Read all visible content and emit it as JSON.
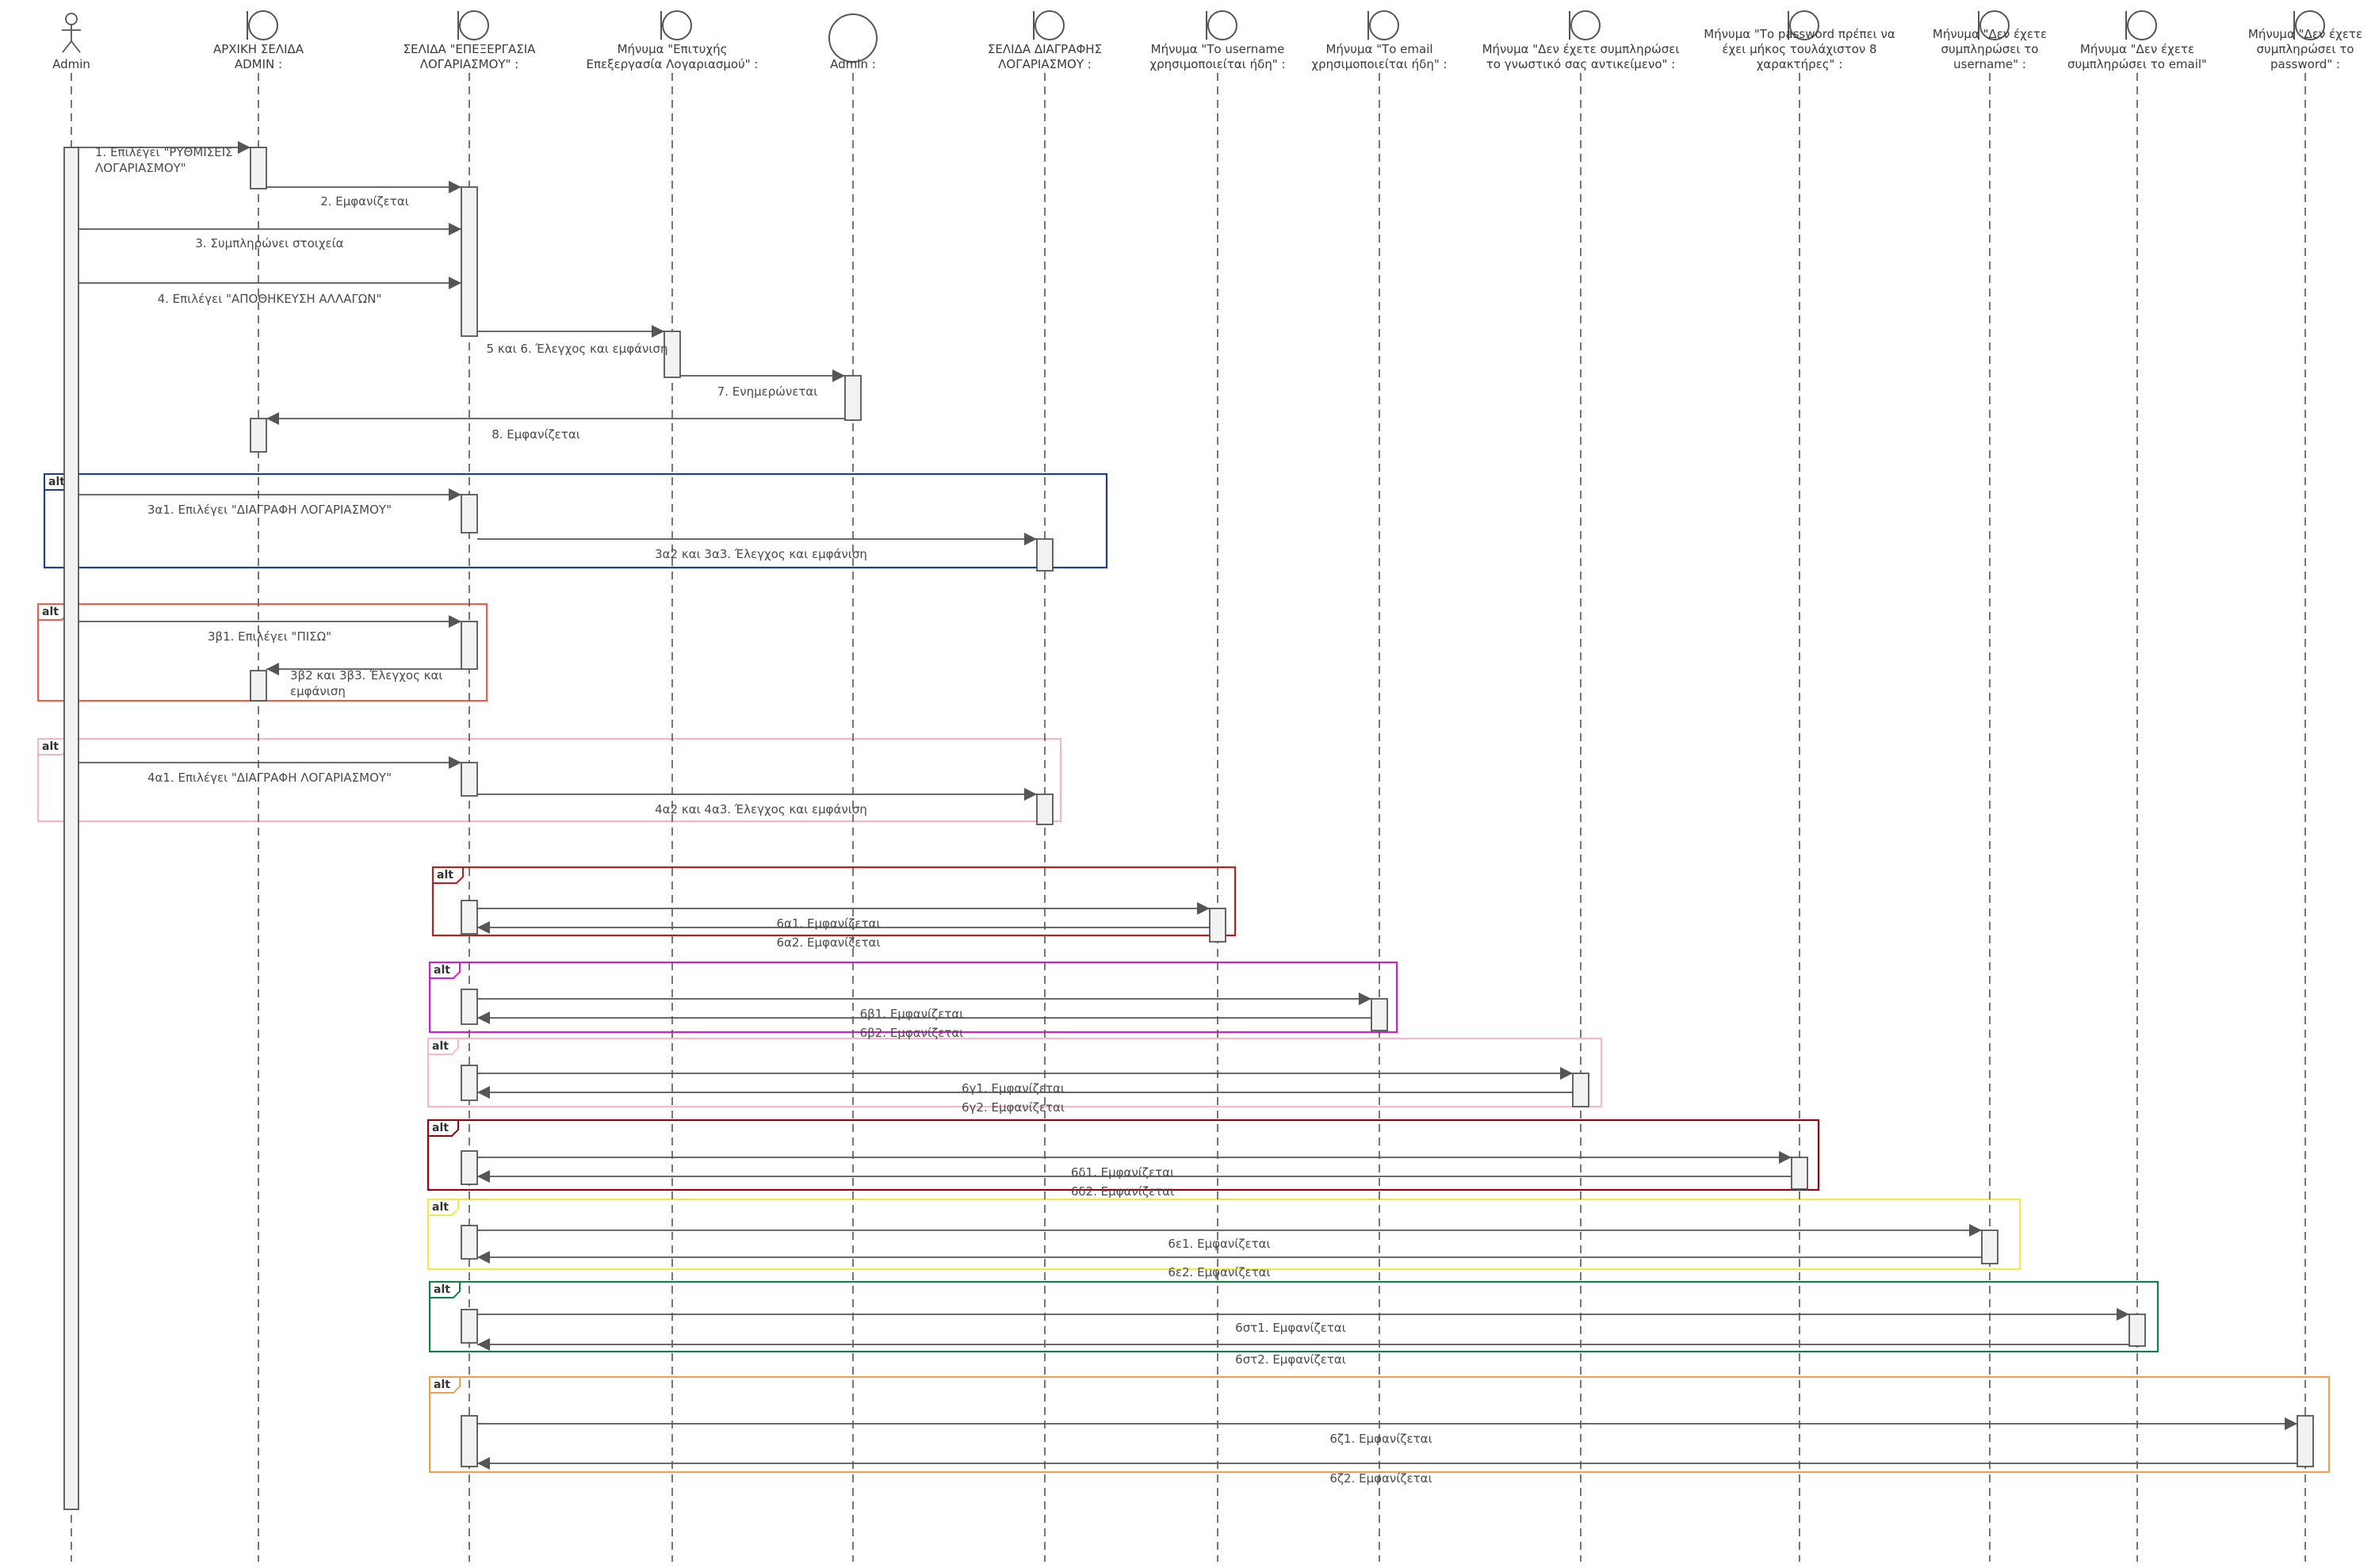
{
  "participants": [
    {
      "id": "admin_actor",
      "type": "actor",
      "lines": [
        "Admin"
      ]
    },
    {
      "id": "home",
      "type": "boundary",
      "lines": [
        "ΑΡΧΙΚΗ ΣΕΛΙΔΑ",
        "ADMIN :"
      ]
    },
    {
      "id": "edit",
      "type": "boundary",
      "lines": [
        "ΣΕΛΙΔΑ \"ΕΠΕΞΕΡΓΑΣΙΑ",
        "ΛΟΓΑΡΙΑΣΜΟΥ\" :"
      ]
    },
    {
      "id": "msg_success",
      "type": "boundary",
      "lines": [
        "Μήνυμα \"Επιτυχής",
        "Επεξεργασία Λογαριασμού\" :"
      ]
    },
    {
      "id": "admin_entity",
      "type": "entity",
      "lines": [
        "Admin :"
      ]
    },
    {
      "id": "delete",
      "type": "boundary",
      "lines": [
        "ΣΕΛΙΔΑ ΔΙΑΓΡΑΦΗΣ",
        "ΛΟΓΑΡΙΑΣΜΟΥ :"
      ]
    },
    {
      "id": "msg_username",
      "type": "boundary",
      "lines": [
        "Μήνυμα \"Το username",
        "χρησιμοποιείται ήδη\" :"
      ]
    },
    {
      "id": "msg_email",
      "type": "boundary",
      "lines": [
        "Μήνυμα \"Το email",
        "χρησιμοποιείται ήδη\" :"
      ]
    },
    {
      "id": "msg_incomplete",
      "type": "boundary",
      "lines": [
        "Μήνυμα \"Δεν έχετε συμπληρώσει",
        "το γνωστικό σας αντικείμενο\" :"
      ]
    },
    {
      "id": "msg_pwlen",
      "type": "boundary",
      "lines": [
        "Μήνυμα \"Το password πρέπει να",
        "έχει μήκος τουλάχιστον 8",
        "χαρακτήρες\" :"
      ]
    },
    {
      "id": "msg_no_username",
      "type": "boundary",
      "lines": [
        "Μήνυμα \"Δεν έχετε",
        "συμπληρώσει το",
        "username\" :"
      ]
    },
    {
      "id": "msg_no_email",
      "type": "boundary",
      "lines": [
        "Μήνυμα \"Δεν έχετε",
        "συμπληρώσει το email\""
      ]
    },
    {
      "id": "msg_no_password",
      "type": "boundary",
      "lines": [
        "Μήνυμα \"Δεν έχετε",
        "συμπληρώσει το",
        "password\" :"
      ]
    }
  ],
  "messages": [
    {
      "from": "admin_actor",
      "to": "home",
      "lines": [
        "1. Επιλέγει \"ΡΥΘΜΙΣΕΙΣ",
        "ΛΟΓΑΡΙΑΣΜΟΥ\""
      ]
    },
    {
      "from": "home",
      "to": "edit",
      "lines": [
        "2. Εμφανίζεται"
      ]
    },
    {
      "from": "admin_actor",
      "to": "edit",
      "lines": [
        "3. Συμπληρώνει στοιχεία"
      ]
    },
    {
      "from": "admin_actor",
      "to": "edit",
      "lines": [
        "4. Επιλέγει \"ΑΠΟΘΗΚΕΥΣΗ ΑΛΛΑΓΩΝ\""
      ]
    },
    {
      "from": "edit",
      "to": "msg_success",
      "lines": [
        "5 και 6. Έλεγχος και εμφάνιση"
      ]
    },
    {
      "from": "msg_success",
      "to": "admin_entity",
      "lines": [
        "7. Ενημερώνεται"
      ]
    },
    {
      "from": "admin_entity",
      "to": "home",
      "lines": [
        "8. Εμφανίζεται"
      ]
    },
    {
      "from": "admin_actor",
      "to": "edit",
      "lines": [
        "3α1. Επιλέγει \"ΔΙΑΓΡΑΦΗ ΛΟΓΑΡΙΑΣΜΟΥ\""
      ]
    },
    {
      "from": "edit",
      "to": "delete",
      "lines": [
        "3α2 και 3α3. Έλεγχος και εμφάνιση"
      ]
    },
    {
      "from": "admin_actor",
      "to": "edit",
      "lines": [
        "3β1. Επιλέγει \"ΠΙΣΩ\""
      ]
    },
    {
      "from": "edit",
      "to": "home",
      "lines": [
        "3β2 και 3β3. Έλεγχος και",
        "εμφάνιση"
      ]
    },
    {
      "from": "admin_actor",
      "to": "edit",
      "lines": [
        "4α1. Επιλέγει \"ΔΙΑΓΡΑΦΗ ΛΟΓΑΡΙΑΣΜΟΥ\""
      ]
    },
    {
      "from": "edit",
      "to": "delete",
      "lines": [
        "4α2 και 4α3. Έλεγχος και εμφάνιση"
      ]
    },
    {
      "from": "edit",
      "to": "msg_username",
      "lines": [
        "6α1. Εμφανίζεται"
      ]
    },
    {
      "from": "msg_username",
      "to": "edit",
      "lines": [
        "6α2. Εμφανίζεται"
      ]
    },
    {
      "from": "edit",
      "to": "msg_email",
      "lines": [
        "6β1. Εμφανίζεται"
      ]
    },
    {
      "from": "msg_email",
      "to": "edit",
      "lines": [
        "6β2. Εμφανίζεται"
      ]
    },
    {
      "from": "edit",
      "to": "msg_incomplete",
      "lines": [
        "6γ1. Εμφανίζεται"
      ]
    },
    {
      "from": "msg_incomplete",
      "to": "edit",
      "lines": [
        "6γ2. Εμφανίζεται"
      ]
    },
    {
      "from": "edit",
      "to": "msg_pwlen",
      "lines": [
        "6δ1. Εμφανίζεται"
      ]
    },
    {
      "from": "msg_pwlen",
      "to": "edit",
      "lines": [
        "6δ2. Εμφανίζεται"
      ]
    },
    {
      "from": "edit",
      "to": "msg_no_username",
      "lines": [
        "6ε1. Εμφανίζεται"
      ]
    },
    {
      "from": "msg_no_username",
      "to": "edit",
      "lines": [
        "6ε2. Εμφανίζεται"
      ]
    },
    {
      "from": "edit",
      "to": "msg_no_email",
      "lines": [
        "6στ1. Εμφανίζεται"
      ]
    },
    {
      "from": "msg_no_email",
      "to": "edit",
      "lines": [
        "6στ2. Εμφανίζεται"
      ]
    },
    {
      "from": "edit",
      "to": "msg_no_password",
      "lines": [
        "6ζ1. Εμφανίζεται"
      ]
    },
    {
      "from": "msg_no_password",
      "to": "edit",
      "lines": [
        "6ζ2. Εμφανίζεται"
      ]
    }
  ],
  "fragments": [
    {
      "label": "alt",
      "color": "#1f3f8a"
    },
    {
      "label": "alt",
      "color": "#e8614f"
    },
    {
      "label": "alt",
      "color": "#f0b7c4"
    },
    {
      "label": "alt",
      "color": "#b22222"
    },
    {
      "label": "alt",
      "color": "#cc22cc"
    },
    {
      "label": "alt",
      "color": "#f5b8cc"
    },
    {
      "label": "alt",
      "color": "#990011"
    },
    {
      "label": "alt",
      "color": "#f2e94e"
    },
    {
      "label": "alt",
      "color": "#11804a"
    },
    {
      "label": "alt",
      "color": "#f0a050"
    }
  ],
  "colors": {
    "line": "#555555",
    "activation_fill": "#f2f2f2",
    "activation_stroke": "#555555"
  }
}
